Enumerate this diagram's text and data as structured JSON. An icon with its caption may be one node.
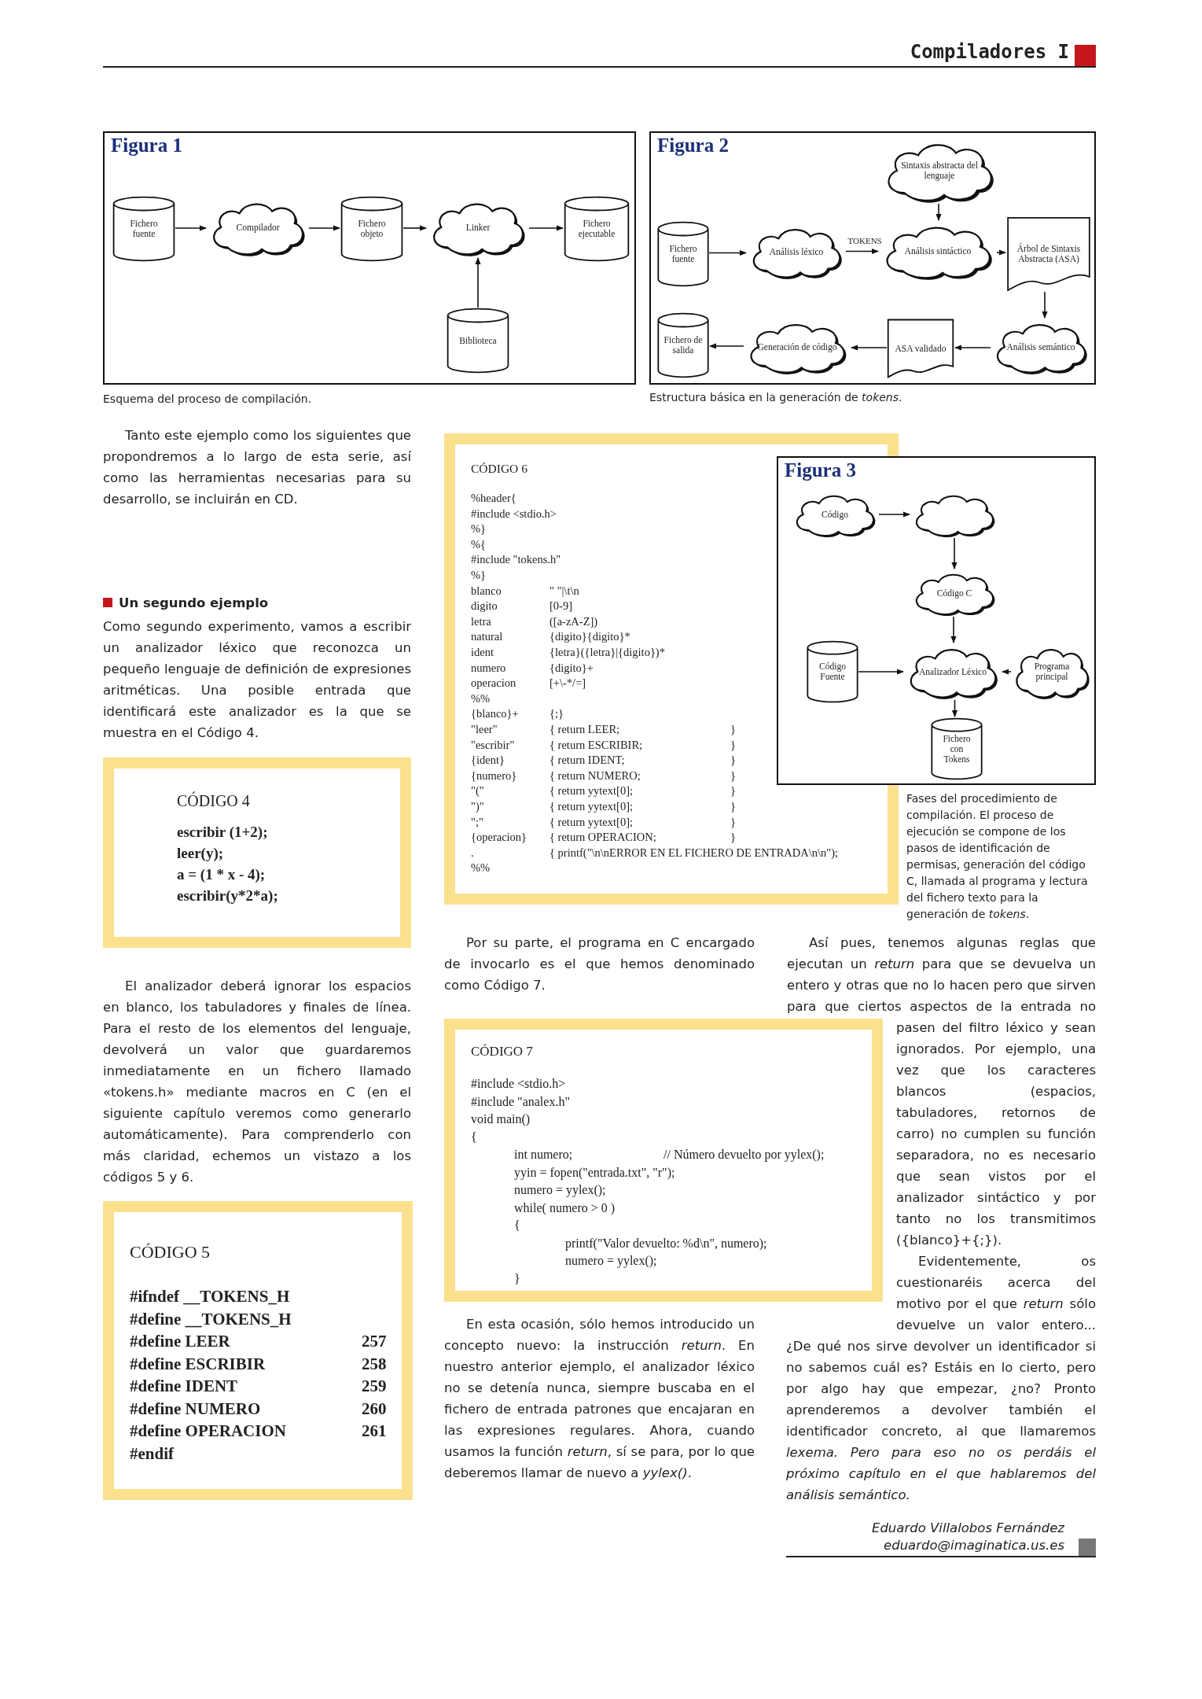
{
  "diagram": {
    "title": "Compiladores I",
    "nodes": [
      {
        "text": [
          "Figura 1"
        ],
        "beside": [
          "Esquema del proceso de compilación."
        ]
      },
      {
        "text": [
          "Fichero fuente"
        ],
        "in": 0
      },
      {
        "text": [
          "Compilador"
        ],
        "in": 0
      },
      {
        "text": [
          "Fichero objeto"
        ],
        "in": 0
      },
      {
        "text": [
          "Linker"
        ],
        "in": 0
      },
      {
        "text": [
          "Fichero ejecutable"
        ],
        "in": 0
      },
      {
        "text": [
          "Biblioteca"
        ],
        "in": 0
      },
      {
        "text": [
          "Figura 2"
        ],
        "beside": [
          "Estructura básica en la generación de *tokens*."
        ]
      },
      {
        "text": [
          "Sintaxis abstracta del lenguaje"
        ],
        "in": 7
      },
      {
        "text": [
          "Fichero fuente"
        ],
        "in": 7
      },
      {
        "text": [
          "Análisis léxico"
        ],
        "in": 7
      },
      {
        "text": [
          "Análisis sintáctico"
        ],
        "in": 7
      },
      {
        "text": [
          "Árbol de Sintaxis Abstracta (ASA)"
        ],
        "in": 7
      },
      {
        "text": [
          "Fichero de salida"
        ],
        "in": 7
      },
      {
        "text": [
          "Generación de código"
        ],
        "in": 7
      },
      {
        "text": [
          "ASA validado"
        ],
        "in": 7
      },
      {
        "text": [
          "Análisis semántico"
        ],
        "in": 7
      },
      {
        "text": [
          "Figura 3"
        ],
        "beside": [
          "Fases del procedimiento de compilación. El proceso de ejecución se compone de los pasos de identificación de permisas, generación del código C, llamada al programa y lectura del fichero texto para la generación de *tokens*."
        ]
      },
      {
        "text": [
          "Código"
        ],
        "in": 17
      },
      {
        "text": [],
        "shape": "cloud",
        "in": 17
      },
      {
        "text": [
          "Código C"
        ],
        "in": 17
      },
      {
        "text": [
          "Código Fuente"
        ],
        "in": 17
      },
      {
        "text": [
          "Analizador Léxico"
        ],
        "in": 17
      },
      {
        "text": [
          "Programa principal"
        ],
        "in": 17
      },
      {
        "text": [
          "Fichero con Tokens"
        ],
        "in": 17
      }
    ],
    "edges": [
      {
        "from": 1,
        "to": 2,
        "arrow": "to"
      },
      {
        "from": 2,
        "to": 3,
        "arrow": "to"
      },
      {
        "from": 3,
        "to": 4,
        "arrow": "to"
      },
      {
        "from": 4,
        "to": 5,
        "arrow": "to"
      },
      {
        "from": 6,
        "to": 4,
        "arrow": "to"
      },
      {
        "from": 8,
        "to": 11,
        "arrow": "to"
      },
      {
        "from": 9,
        "to": 10,
        "arrow": "to"
      },
      {
        "from": 10,
        "to": 11,
        "arrow": "to",
        "label": "TOKENS"
      },
      {
        "from": 11,
        "to": 12,
        "arrow": "to"
      },
      {
        "from": 12,
        "to": 16,
        "arrow": "to"
      },
      {
        "from": 16,
        "to": 15,
        "arrow": "to"
      },
      {
        "from": 15,
        "to": 14,
        "arrow": "to"
      },
      {
        "from": 14,
        "to": 13,
        "arrow": "to"
      },
      {
        "from": 18,
        "to": 19,
        "arrow": "to"
      },
      {
        "from": 19,
        "to": 20,
        "arrow": "to"
      },
      {
        "from": 20,
        "to": 22,
        "arrow": "to"
      },
      {
        "from": 21,
        "to": 22,
        "arrow": "to"
      },
      {
        "from": 23,
        "to": 22,
        "arrow": "to"
      },
      {
        "from": 22,
        "to": 24,
        "arrow": "to"
      }
    ],
    "labels": [
      "Tanto este ejemplo como los siguientes que propondremos a lo largo de esta serie, así como las herramientas necesarias para su desarrollo, se incluirán en CD.",
      "Un segundo ejemplo",
      "Como segundo experimento, vamos a escribir un analizador léxico que reconozca un pequeño lenguaje de definición de expresiones aritméticas. Una posible entrada que identificará este analizador es la que se muestra en el Código 4.",
      "CÓDIGO 4",
      "escribir (1+2);",
      "leer(y);",
      "a = (1 * x - 4);",
      "escribir(y*2*a);",
      "El analizador deberá ignorar los espacios en blanco, los tabuladores y finales de línea. Para el resto de los elementos del lenguaje, devolverá un valor que guardaremos inmediatamente en un fichero llamado «tokens.h» mediante macros en C (en el siguiente capítulo veremos como generarlo automáticamente). Para comprenderlo con más claridad, echemos un vistazo a los códigos 5 y 6.",
      "CÓDIGO 5",
      "#ifndef __TOKENS_H",
      "#define __TOKENS_H",
      "#define LEER",
      "257",
      "#define ESCRIBIR",
      "258",
      "#define IDENT",
      "259",
      "#define NUMERO",
      "260",
      "#define OPERACION",
      "261",
      "#endif",
      "CÓDIGO 6",
      "%header{",
      "#include <stdio.h>",
      "%}",
      "%{",
      "#include \"tokens.h\"",
      "%}",
      "blanco",
      "\" \"|\\t\\n",
      "digito",
      "[0-9]",
      "letra",
      "([a-zA-Z])",
      "natural",
      "{digito}{digito}*",
      "ident",
      "{letra}({letra}|{digito})*",
      "numero",
      "{digito}+",
      "operacion",
      "[+\\-*/=]",
      "%%",
      "{blanco}+",
      "{;}",
      "\"leer\"",
      "{ return LEER;",
      "}",
      "\"escribir\"",
      "{ return ESCRIBIR;",
      "}",
      "{ident}",
      "{ return IDENT;",
      "}",
      "{numero}",
      "{ return NUMERO;",
      "}",
      "\"(\"",
      "{ return yytext[0];",
      "}",
      "\")\"",
      "{ return yytext[0];",
      "}",
      "\";\"",
      "{ return yytext[0];",
      "}",
      "{operacion}",
      "{ return OPERACION;",
      "}",
      ".",
      "{ printf(\"\\n\\nERROR EN EL FICHERO DE ENTRADA\\n\\n\");",
      "%%",
      "Por su parte, el programa en C encargado de invocarlo es el que hemos denominado como Código 7.",
      "CÓDIGO 7",
      "#include <stdio.h>",
      "#include \"analex.h\"",
      "void main()",
      "{",
      "int numero;",
      "// Número devuelto por yylex();",
      "yyin = fopen(\"entrada.txt\", \"r\");",
      "numero = yylex();",
      "while( numero > 0 )",
      "{",
      "printf(\"Valor devuelto: %d\\n\", numero);",
      "numero = yylex();",
      "}",
      "En esta ocasión, sólo hemos introducido un concepto nuevo: la instrucción *return*. En nuestro anterior ejemplo, el analizador léxico no se detenía nunca, siempre buscaba en el fichero de entrada patrones que encajaran en las expresiones regulares. Ahora, cuando usamos la función *return*, sí se para, por lo que deberemos llamar de nuevo a *yylex()*.",
      "Así pues, tenemos algunas reglas que ejecutan un *return* para que se devuelva un entero y otras que no lo hacen pero que sirven para que ciertos aspectos de la entrada no pasen del filtro léxico y sean ignorados. Por ejemplo, una vez que los caracteres blancos (espacios, tabuladores, retornos de carro) no cumplen su función separadora, no es necesario que sean vistos por el analizador sintáctico y por tanto no los transmitimos ({blanco}+{;}).",
      "Evidentemente, os cuestionaréis acerca del motivo por el que *return* sólo devuelve un valor entero... ¿De qué nos sirve devolver un identificador si no sabemos cuál es? Estáis en lo cierto, pero por algo hay que empezar, ¿no? Pronto aprenderemos a devolver también el identificador concreto, al que llamaremos *lexema. Pero para eso no os perdáis el próximo capítulo en el que hablaremos del análisis semántico.*",
      "Eduardo Villalobos Fernández",
      "eduardo@imaginatica.us.es"
    ]
  }
}
